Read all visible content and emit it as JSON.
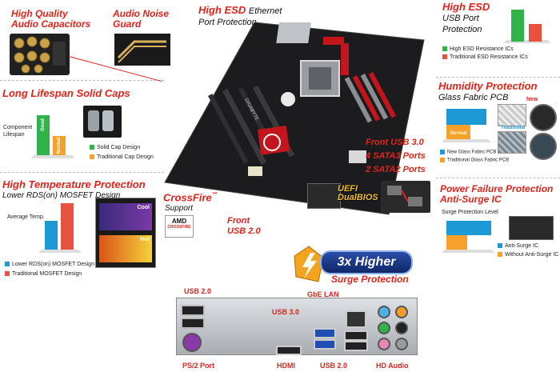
{
  "features": {
    "audio_caps": {
      "line1": "High Quality",
      "line2": "Audio Capacitors"
    },
    "audio_noise": {
      "line1": "Audio Noise",
      "line2": "Guard"
    },
    "esd_eth": {
      "title": "High ESD",
      "suffix": "Ethernet",
      "line2": "Port Protection"
    },
    "esd_usb": {
      "title": "High ESD",
      "line2": "USB Port",
      "line3": "Protection",
      "legend": [
        "High ESD Resistance ICs",
        "Traditional ESD Resistance ICs"
      ]
    },
    "solid_caps": {
      "title": "Long Lifespan Solid Caps",
      "ylabel_1": "Component",
      "ylabel_2": "Lifespan",
      "bar_good": "Good",
      "bar_normal": "Normal",
      "legend": [
        "Solid Cap Design",
        "Traditional Cap Design"
      ]
    },
    "humidity": {
      "title": "Humidity Protection",
      "subtitle": "Glass Fabric PCB",
      "tag_new": "New",
      "tag_trad": "Traditional",
      "legend": [
        "New Glass Fabric PCB",
        "Traditional Glass Fabric PCB"
      ],
      "bar_normal": "Normal"
    },
    "front_ports": {
      "usb3": "Front USB 3.0",
      "sata3": "4 SATA3 Ports",
      "sata2": "2 SATA2 Ports"
    },
    "high_temp": {
      "title": "High Temperature Protection",
      "subtitle": "Lower RDS(on) MOSFET Design",
      "ylabel": "Average Temp.",
      "legend": [
        "Lower RDS(on) MOSFET Design",
        "Traditional MOSFET Design"
      ],
      "thermal_cool": "Cool",
      "thermal_hot": "Hot"
    },
    "crossfire": {
      "title": "CrossFire",
      "tm": "™",
      "subtitle": "Support",
      "amd": "AMD",
      "badge": "CROSSFIRE"
    },
    "front_usb2": {
      "line1": "Front",
      "line2": "USB 2.0"
    },
    "uefi": {
      "line1": "UEFI",
      "line2": "DualBIOS"
    },
    "power_failure": {
      "title": "Power Failure Protection",
      "line2": "Anti-Surge IC",
      "chart_label": "Surge Protection Level",
      "legend": [
        "Anti-Surge IC",
        "Without Anti-Surge IC"
      ]
    },
    "surge": {
      "badge": "3x Higher",
      "text": "Surge Protection"
    }
  },
  "board": {
    "brand": "GIGABYTE"
  },
  "io_panel": {
    "usb2_top": "USB 2.0",
    "gbe": "GbE LAN",
    "usb3": "USB 3.0",
    "ps2": "PS/2 Port",
    "hdmi": "HDMI",
    "usb2_bottom": "USB 2.0",
    "hd_audio": "HD Audio"
  },
  "colors": {
    "accent": "#e2231a",
    "pcb": "#1c1c1e",
    "slot_red": "#c3161c",
    "good_green": "#2fb34a",
    "normal_orange": "#f7a12a",
    "blue_bar": "#1d9ad6"
  }
}
